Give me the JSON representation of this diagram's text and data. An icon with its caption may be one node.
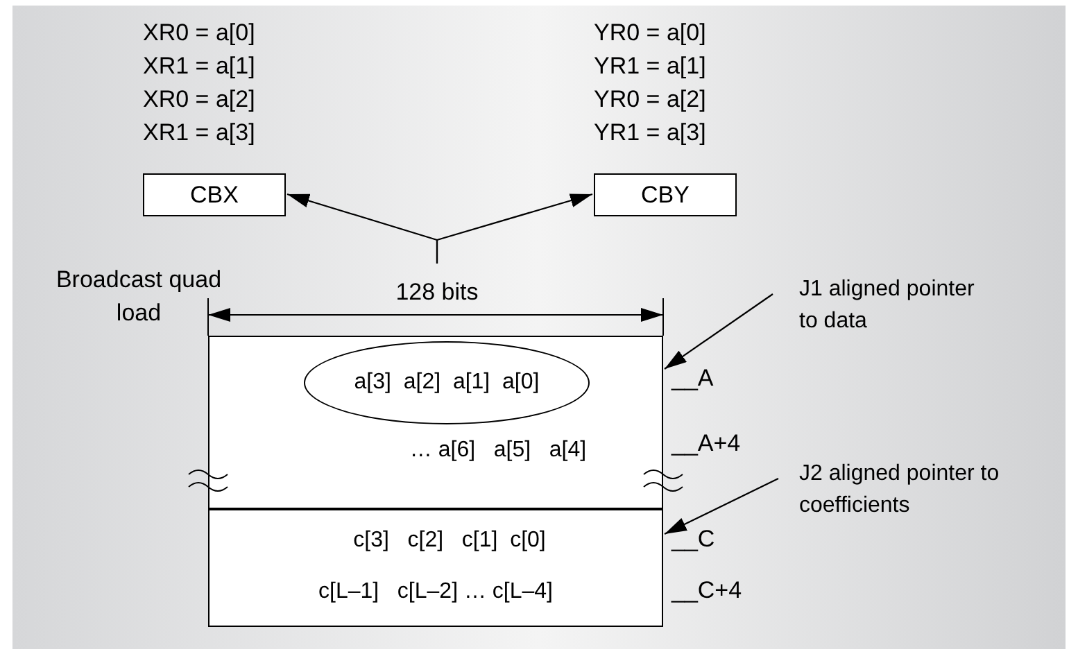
{
  "diagram": {
    "nodes": [
      {
        "text": [
          "CBX"
        ]
      },
      {
        "text": [
          "CBY"
        ]
      },
      {
        "text": [
          "… a[6]   a[5]   a[4]"
        ]
      },
      {
        "text": [
          "a[3]  a[2]  a[1]  a[0]"
        ],
        "in": 2
      },
      {
        "text": [
          "c[3]   c[2]   c[1]  c[0]",
          "c[L–1]   c[L–2] … c[L–4]"
        ]
      },
      {
        "text": [
          "J1 aligned pointer to data"
        ]
      },
      {
        "text": [
          "J2 aligned pointer to coefficients"
        ]
      }
    ],
    "edges": [
      {
        "from": null,
        "to": 0,
        "arrow": "to"
      },
      {
        "from": null,
        "to": 1,
        "arrow": "to"
      },
      {
        "from": 5,
        "to": 2,
        "arrow": "to"
      },
      {
        "from": 6,
        "to": 4,
        "arrow": "to"
      }
    ],
    "labels": [
      "XR0 = a[0]",
      "XR1 = a[1]",
      "XR0 = a[2]",
      "XR1 = a[3]",
      "YR0 = a[0]",
      "YR1 = a[1]",
      "YR0 = a[2]",
      "YR1 = a[3]",
      "Broadcast quad load",
      "128 bits",
      "__A",
      "__A+4",
      "__C",
      "__C+4"
    ]
  }
}
